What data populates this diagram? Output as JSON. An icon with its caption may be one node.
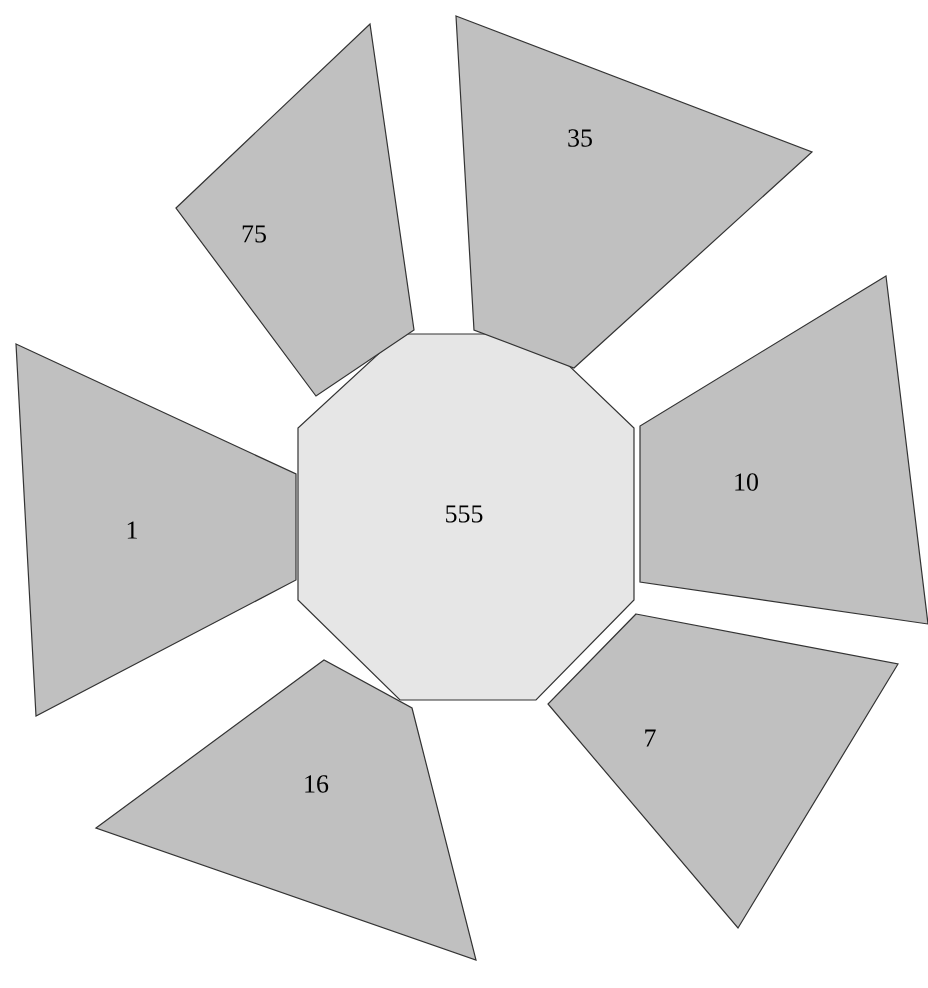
{
  "diagram": {
    "nodes": [
      {
        "text": [
          "555"
        ]
      },
      {
        "text": [
          "75"
        ]
      },
      {
        "text": [
          "35"
        ]
      },
      {
        "text": [
          "10"
        ]
      },
      {
        "text": [
          "7"
        ]
      },
      {
        "text": [
          "16"
        ]
      },
      {
        "text": [
          "1"
        ]
      }
    ]
  }
}
